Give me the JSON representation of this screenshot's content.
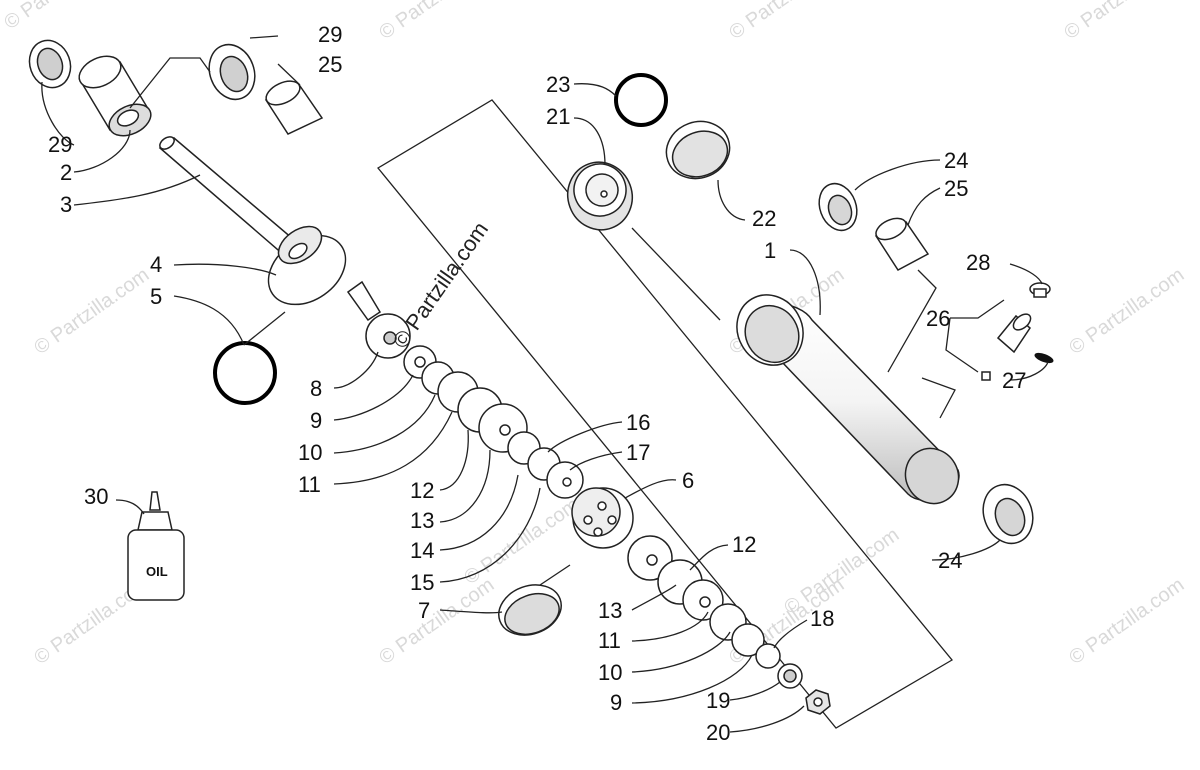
{
  "diagram": {
    "watermark_text": "© Partzilla.com",
    "callouts": {
      "c1": "1",
      "c2": "2",
      "c3": "3",
      "c4": "4",
      "c5": "5",
      "c6": "6",
      "c7": "7",
      "c8": "8",
      "c9a": "9",
      "c9b": "9",
      "c10a": "10",
      "c10b": "10",
      "c11a": "11",
      "c11b": "11",
      "c12a": "12",
      "c12b": "12",
      "c13a": "13",
      "c13b": "13",
      "c14": "14",
      "c15": "15",
      "c16": "16",
      "c17": "17",
      "c18": "18",
      "c19": "19",
      "c20": "20",
      "c21": "21",
      "c22": "22",
      "c23": "23",
      "c24a": "24",
      "c24b": "24",
      "c25a": "25",
      "c25b": "25",
      "c26": "26",
      "c27": "27",
      "c28": "28",
      "c29a": "29",
      "c29b": "29",
      "c30": "30"
    },
    "bottle_label": "OIL"
  },
  "colors": {
    "line": "#222222",
    "part_fill": "#ffffff",
    "shade": "#cfcfcf",
    "watermark": "#d9d9d9"
  }
}
